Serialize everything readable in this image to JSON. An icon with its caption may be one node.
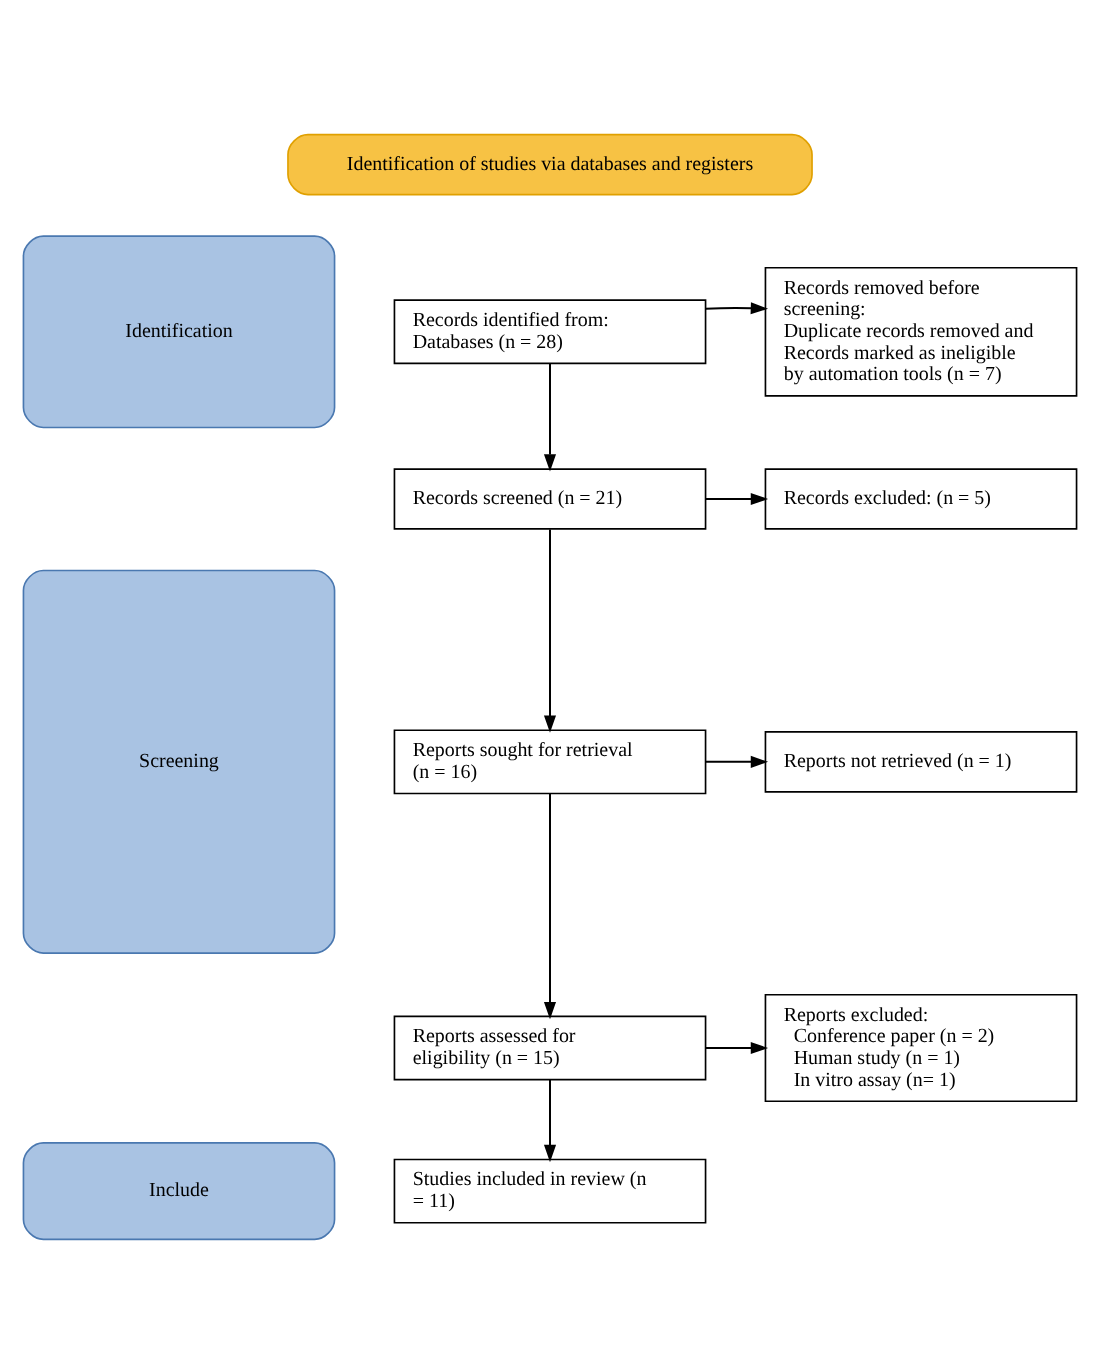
{
  "diagram": {
    "nodes": [
      {
        "text": [
          "Identification of studies via databases and registers"
        ]
      },
      {
        "text": [
          "Identification"
        ]
      },
      {
        "text": [
          "Screening"
        ]
      },
      {
        "text": [
          "Include"
        ]
      },
      {
        "text": [
          "Records identified from:",
          "Databases (n = 28)"
        ]
      },
      {
        "text": [
          "Records removed before screening:",
          "Duplicate records removed and Records marked as ineligible by automation tools (n = 7)"
        ]
      },
      {
        "text": [
          "Records screened (n = 21)"
        ]
      },
      {
        "text": [
          "Records excluded: (n = 5)"
        ]
      },
      {
        "text": [
          "Reports sought for retrieval (n = 16)"
        ]
      },
      {
        "text": [
          "Reports not retrieved (n = 1)"
        ]
      },
      {
        "text": [
          "Reports assessed for eligibility (n = 15)"
        ]
      },
      {
        "text": [
          "Reports excluded:",
          "Conference paper (n = 2)",
          "Human study (n = 1)",
          "In vitro assay (n= 1)"
        ]
      },
      {
        "text": [
          "Studies included in review (n = 11)"
        ]
      }
    ],
    "edges": [
      {
        "from": 4,
        "to": 5,
        "arrow": "to"
      },
      {
        "from": 4,
        "to": 6,
        "arrow": "to"
      },
      {
        "from": 6,
        "to": 7,
        "arrow": "to"
      },
      {
        "from": 6,
        "to": 8,
        "arrow": "to"
      },
      {
        "from": 8,
        "to": 9,
        "arrow": "to"
      },
      {
        "from": 8,
        "to": 10,
        "arrow": "to"
      },
      {
        "from": 10,
        "to": 11,
        "arrow": "to"
      },
      {
        "from": 10,
        "to": 12,
        "arrow": "to"
      }
    ]
  }
}
